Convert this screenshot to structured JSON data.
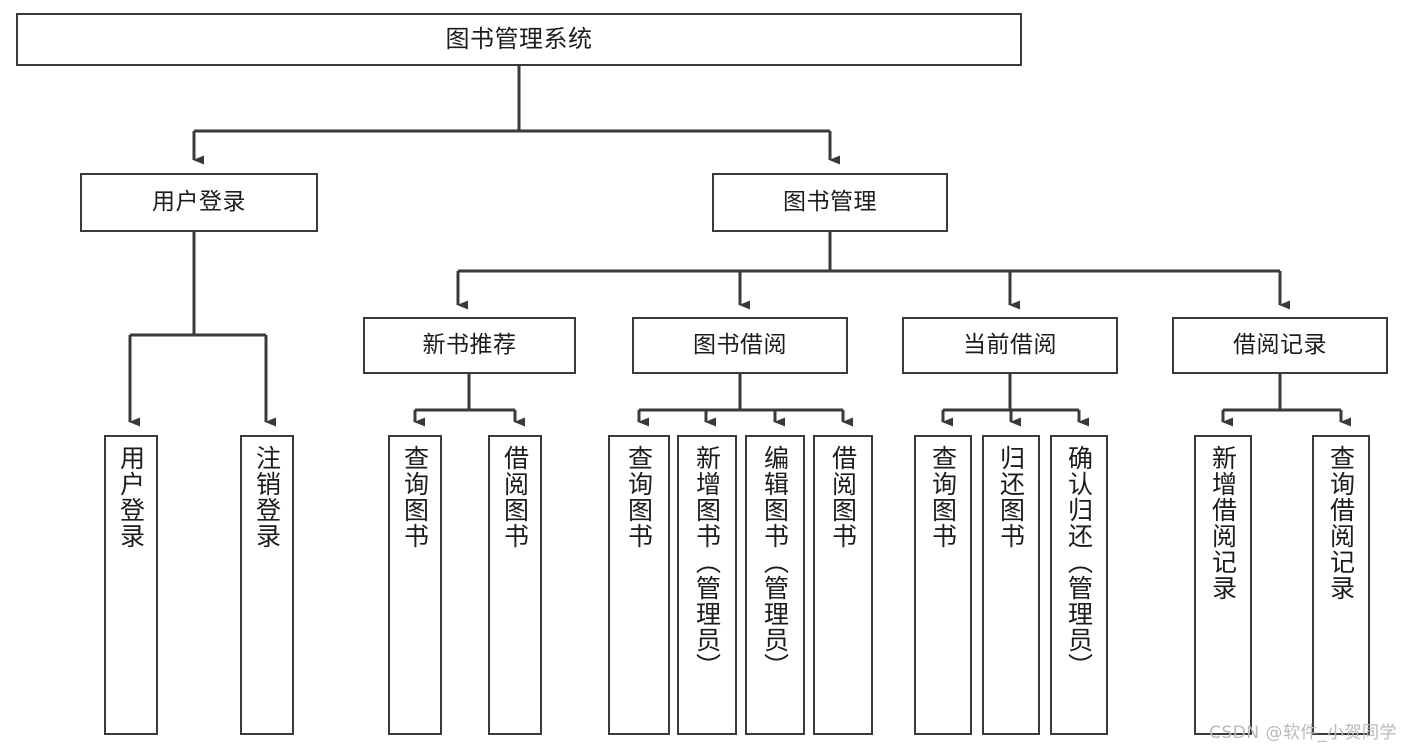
{
  "diagram": {
    "title": "图书管理系统",
    "type": "tree-hierarchy",
    "orientation": "top-down",
    "colors": {
      "background": "#ffffff",
      "box_border": "#3a3a3a",
      "box_fill": "#ffffff",
      "edge": "#3a3a3a",
      "text": "#1c1c1c",
      "watermark": "#b9b9b9"
    },
    "watermark": "CSDN @软件_小贺同学"
  },
  "nodes": {
    "root": {
      "label": "图书管理系统"
    },
    "level1": [
      {
        "label": "用户登录"
      },
      {
        "label": "图书管理"
      }
    ],
    "level2": [
      {
        "label": "新书推荐"
      },
      {
        "label": "图书借阅"
      },
      {
        "label": "当前借阅"
      },
      {
        "label": "借阅记录"
      }
    ],
    "leaves": {
      "user_login": [
        {
          "label": "用户登录"
        },
        {
          "label": "注销登录"
        }
      ],
      "new_book_recommend": [
        {
          "label": "查询图书"
        },
        {
          "label": "借阅图书"
        }
      ],
      "book_borrow": [
        {
          "label": "查询图书"
        },
        {
          "label": "新增图书（管理员）"
        },
        {
          "label": "编辑图书（管理员）"
        },
        {
          "label": "借阅图书"
        }
      ],
      "current_borrow": [
        {
          "label": "查询图书"
        },
        {
          "label": "归还图书"
        },
        {
          "label": "确认归还（管理员）"
        }
      ],
      "borrow_record": [
        {
          "label": "新增借阅记录"
        },
        {
          "label": "查询借阅记录"
        }
      ]
    }
  }
}
